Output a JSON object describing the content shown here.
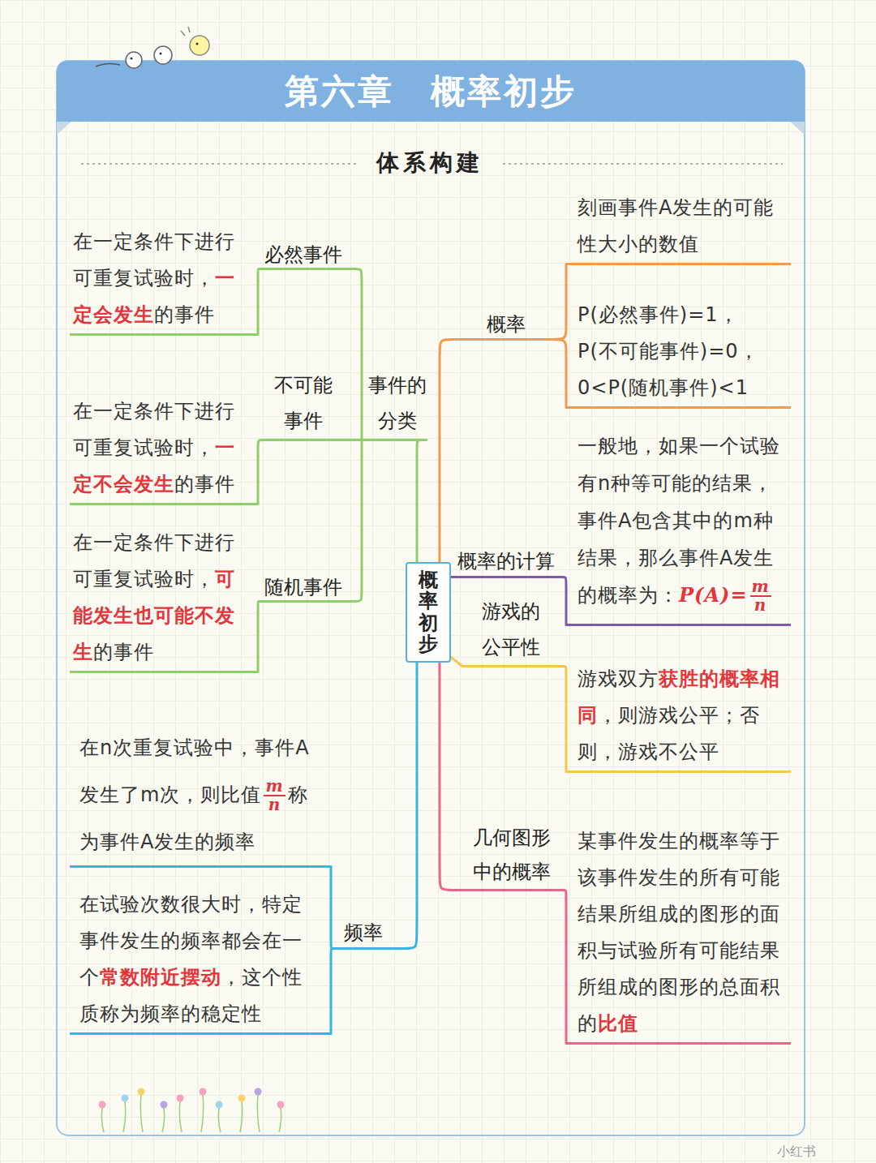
{
  "diagram": {
    "title": "第六章　概率初步",
    "nodes": [
      {
        "text": [
          "概率初步"
        ]
      },
      {
        "text": [
          "事件的分类"
        ]
      },
      {
        "text": [
          "必然事件"
        ]
      },
      {
        "text": [
          "在一定条件下进行可重复试验时，",
          "一定会发生",
          "的事件"
        ]
      },
      {
        "text": [
          "不可能事件"
        ]
      },
      {
        "text": [
          "在一定条件下进行可重复试验时，",
          "一定不会发生",
          "的事件"
        ]
      },
      {
        "text": [
          "随机事件"
        ]
      },
      {
        "text": [
          "在一定条件下进行可重复试验时，",
          "可能发生也可能不发生",
          "的事件"
        ]
      },
      {
        "text": [
          "频率"
        ]
      },
      {
        "text": [
          "在n次重复试验中，事件A发生了m次，则比值",
          "m",
          "n",
          "称为事件A发生的频率"
        ]
      },
      {
        "text": [
          "在试验次数很大时，特定事件发生的频率都会在一个",
          "常数附近摆动",
          "，这个性质称为频率的稳定性"
        ]
      },
      {
        "text": [
          "概率"
        ]
      },
      {
        "text": [
          "刻画事件A发生的可能性大小的数值"
        ]
      },
      {
        "text": [
          "P(必然事件)=1，",
          "P(不可能事件)=0，",
          "0<P(随机事件)<1"
        ]
      },
      {
        "text": [
          "概率的计算"
        ]
      },
      {
        "text": [
          "一般地，如果一个试验有n种等可能的结果，事件A包含其中的m种结果，那么事件A发生的概率为：",
          "P(A)=",
          "m",
          "n"
        ]
      },
      {
        "text": [
          "游戏的公平性"
        ]
      },
      {
        "text": [
          "游戏双方",
          "获胜的概率相同",
          "，则游戏公平；否则，游戏不公平"
        ]
      },
      {
        "text": [
          "几何图形中的概率"
        ]
      },
      {
        "text": [
          "某事件发生的概率等于该事件发生的所有可能结果所组成的图形的面积与试验所有可能结果所组成的图形的总面积的",
          "比值"
        ]
      }
    ],
    "edges": [
      {
        "from": 0,
        "to": 1,
        "arrow": "none"
      },
      {
        "from": 1,
        "to": 2,
        "arrow": "none"
      },
      {
        "from": 1,
        "to": 4,
        "arrow": "none"
      },
      {
        "from": 1,
        "to": 6,
        "arrow": "none"
      },
      {
        "from": 2,
        "to": 3,
        "arrow": "none"
      },
      {
        "from": 4,
        "to": 5,
        "arrow": "none"
      },
      {
        "from": 6,
        "to": 7,
        "arrow": "none"
      },
      {
        "from": 0,
        "to": 8,
        "arrow": "none"
      },
      {
        "from": 8,
        "to": 9,
        "arrow": "none"
      },
      {
        "from": 8,
        "to": 10,
        "arrow": "none"
      },
      {
        "from": 0,
        "to": 11,
        "arrow": "none"
      },
      {
        "from": 11,
        "to": 12,
        "arrow": "none"
      },
      {
        "from": 11,
        "to": 13,
        "arrow": "none"
      },
      {
        "from": 0,
        "to": 14,
        "arrow": "none"
      },
      {
        "from": 14,
        "to": 15,
        "arrow": "none"
      },
      {
        "from": 0,
        "to": 16,
        "arrow": "none"
      },
      {
        "from": 16,
        "to": 17,
        "arrow": "none"
      },
      {
        "from": 0,
        "to": 18,
        "arrow": "none"
      },
      {
        "from": 18,
        "to": 19,
        "arrow": "none"
      }
    ],
    "labels": [
      "体系构建",
      "小红书"
    ]
  }
}
